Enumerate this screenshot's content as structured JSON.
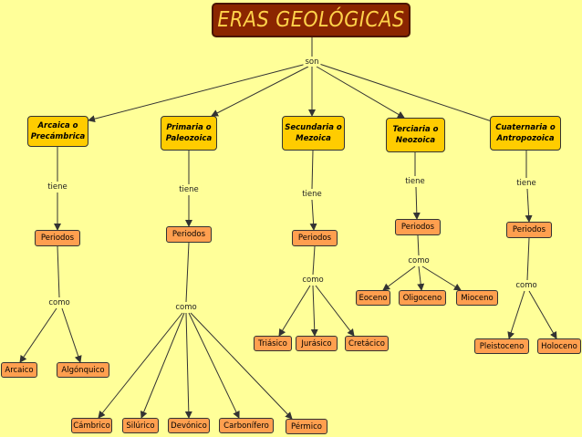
{
  "title": "ERAS GEOLÓGICAS",
  "root_link": "son",
  "eras": [
    {
      "name": "Arcaica o Precámbrica",
      "link": "tiene",
      "period": "Periodos",
      "period_link": "como",
      "children": [
        "Arcaico",
        "Algónquico"
      ]
    },
    {
      "name": "Primaria o Paleozoica",
      "link": "tiene",
      "period": "Periodos",
      "period_link": "como",
      "children": [
        "Cámbrico",
        "Silúrico",
        "Devónico",
        "Carbonífero",
        "Pérmico"
      ]
    },
    {
      "name": "Secundaria o Mezoica",
      "link": "tiene",
      "period": "Periodos",
      "period_link": "como",
      "children": [
        "Triásico",
        "Jurásico",
        "Cretácico"
      ]
    },
    {
      "name": "Terciaria o Neozoica",
      "link": "tiene",
      "period": "Periodos",
      "period_link": "como",
      "children": [
        "Eoceno",
        "Oligoceno",
        "Mioceno"
      ]
    },
    {
      "name": "Cuaternaria o Antropozoica",
      "link": "tiene",
      "period": "Periodos",
      "period_link": "como",
      "children": [
        "Pleistoceno",
        "Holoceno"
      ]
    }
  ]
}
